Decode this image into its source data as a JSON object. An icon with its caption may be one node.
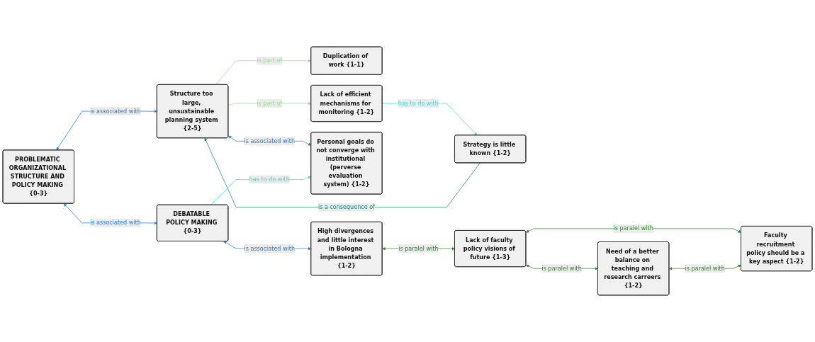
{
  "diagram": {
    "nodes": [
      {
        "text": [
          "PROBLEMATIC ORGANIZATIONAL STRUCTURE AND POLICY MAKING {0-3}"
        ]
      },
      {
        "text": [
          "Structure too large, unsustainable planning system {2-5}"
        ]
      },
      {
        "text": [
          "DEBATABLE POLICY MAKING {0-3}"
        ]
      },
      {
        "text": [
          "Duplication of work {1-1}"
        ]
      },
      {
        "text": [
          "Lack of efficient mechanisms for monitoring {1-2}"
        ]
      },
      {
        "text": [
          "Strategy is little known {1-2}"
        ]
      },
      {
        "text": [
          "Personal goals do not converge with institutional (perverse evaluation system) {1-2}"
        ]
      },
      {
        "text": [
          "High divergences and little interest in Bologna implementation {1-2}"
        ]
      },
      {
        "text": [
          "Lack of faculty policy visions of future {1-3}"
        ]
      },
      {
        "text": [
          "Need of a better balance on teaching and research carreers {1-2}"
        ]
      },
      {
        "text": [
          "Faculty recruitment policy should be a key aspect {1-2}"
        ]
      }
    ],
    "edges": [
      {
        "from": 0,
        "to": 1,
        "arrow": "both",
        "label": "is associated with",
        "color": "#2a7fd4"
      },
      {
        "from": 0,
        "to": 2,
        "arrow": "both",
        "label": "is associated with",
        "color": "#2a7fd4"
      },
      {
        "from": 1,
        "to": 3,
        "arrow": "to",
        "label": "is part of",
        "color": "#90e090"
      },
      {
        "from": 1,
        "to": 4,
        "arrow": "to",
        "label": "is part of",
        "color": "#90e090"
      },
      {
        "from": 5,
        "to": 1,
        "arrow": "to",
        "label": "is a consequence of",
        "color": "#1f8a80"
      },
      {
        "from": 1,
        "to": 6,
        "arrow": "both",
        "label": "is associated with",
        "color": "#2a7fd4"
      },
      {
        "from": 2,
        "to": 6,
        "arrow": "to",
        "label": "has to do with",
        "color": "#40d8e0"
      },
      {
        "from": 2,
        "to": 7,
        "arrow": "both",
        "label": "is associated with",
        "color": "#2a7fd4"
      },
      {
        "from": 4,
        "to": 5,
        "arrow": "to",
        "label": "has to do with",
        "color": "#40d8e0"
      },
      {
        "from": 7,
        "to": 8,
        "arrow": "both",
        "label": "is paralel with",
        "color": "#2a8a2a"
      },
      {
        "from": 8,
        "to": 9,
        "arrow": "both",
        "label": "is paralel with",
        "color": "#2a8a2a"
      },
      {
        "from": 8,
        "to": 10,
        "arrow": "both",
        "label": "is paralel with",
        "color": "#2a8a2a"
      },
      {
        "from": 9,
        "to": 10,
        "arrow": "both",
        "label": "is paralel with",
        "color": "#2a8a2a"
      }
    ]
  }
}
